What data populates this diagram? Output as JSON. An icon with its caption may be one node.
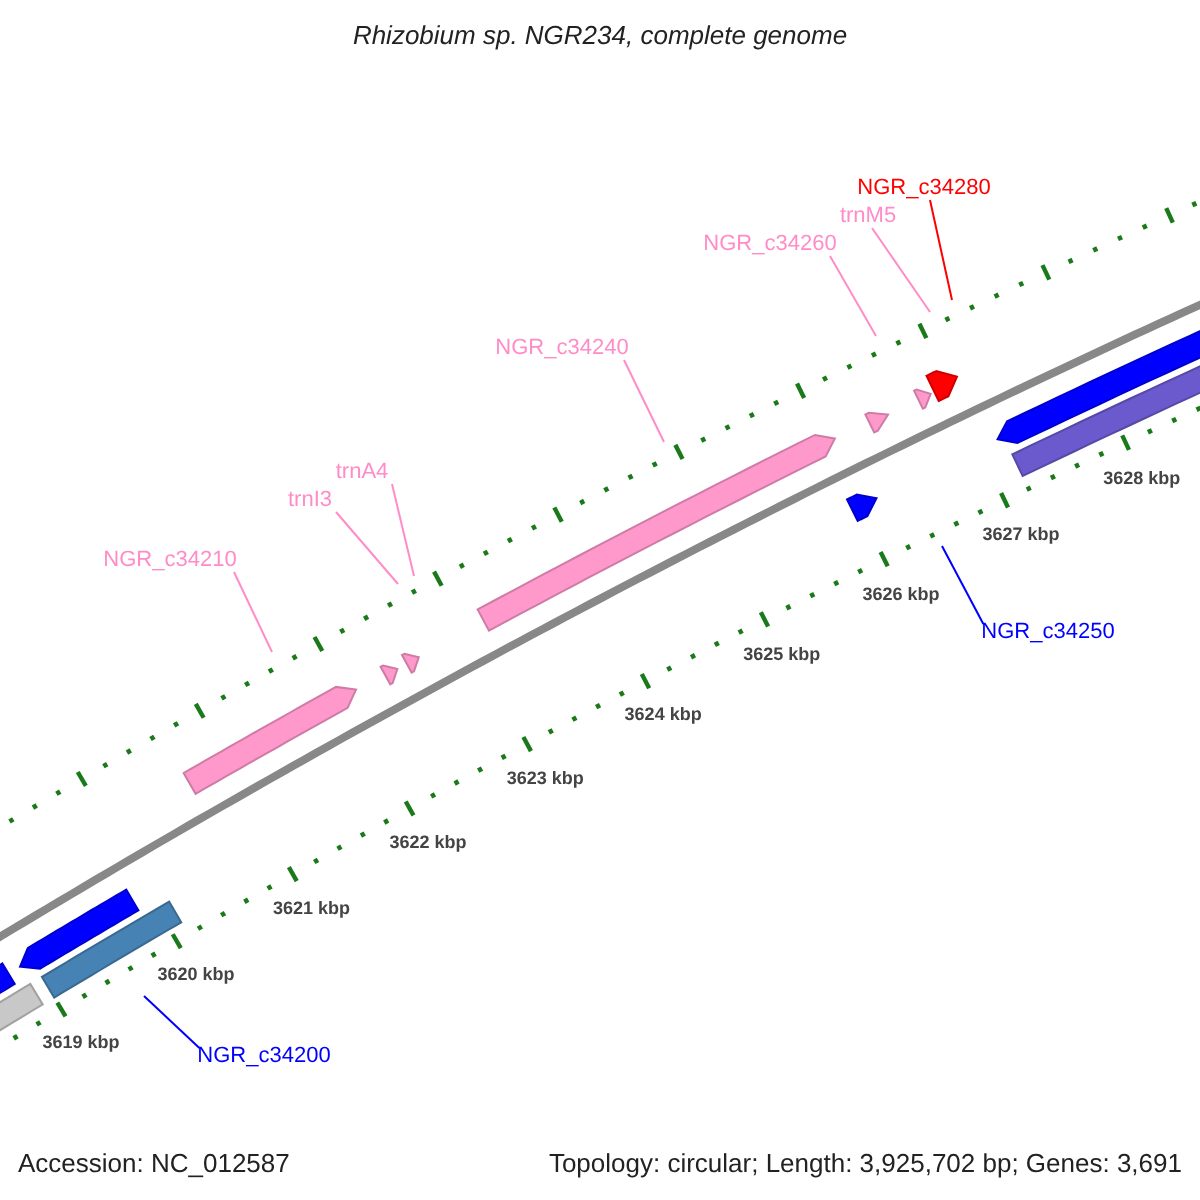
{
  "diagram": {
    "title": "Rhizobium sp. NGR234, complete genome",
    "nodes": [
      {
        "text": [
          "NGR_c34280"
        ]
      },
      {
        "text": [
          "trnM5"
        ]
      },
      {
        "text": [
          "NGR_c34260"
        ]
      },
      {
        "text": [
          "NGR_c34240"
        ]
      },
      {
        "text": [
          "trnA4"
        ]
      },
      {
        "text": [
          "trnI3"
        ]
      },
      {
        "text": [
          "NGR_c34210"
        ]
      },
      {
        "text": [
          "NGR_c34250"
        ]
      },
      {
        "text": [
          "NGR_c34200"
        ]
      }
    ],
    "edges": [
      {
        "from": 0,
        "to": null,
        "arrow": "none",
        "color": "#ff0000"
      },
      {
        "from": 1,
        "to": null,
        "arrow": "none"
      },
      {
        "from": 2,
        "to": null,
        "arrow": "none"
      },
      {
        "from": 3,
        "to": null,
        "arrow": "none"
      },
      {
        "from": 4,
        "to": null,
        "arrow": "none"
      },
      {
        "from": 5,
        "to": null,
        "arrow": "none"
      },
      {
        "from": 6,
        "to": null,
        "arrow": "none"
      },
      {
        "from": 7,
        "to": null,
        "arrow": "none",
        "color": "#0000ff"
      },
      {
        "from": 8,
        "to": null,
        "arrow": "none",
        "color": "#0000ff"
      }
    ],
    "labels": [
      "3628 kbp",
      "3627 kbp",
      "3626 kbp",
      "3625 kbp",
      "3624 kbp",
      "3623 kbp",
      "3622 kbp",
      "3621 kbp",
      "3620 kbp",
      "3619 kbp",
      "Accession: NC_012587",
      "Topology: circular; Length: 3,925,702 bp; Genes: 3,691"
    ]
  }
}
